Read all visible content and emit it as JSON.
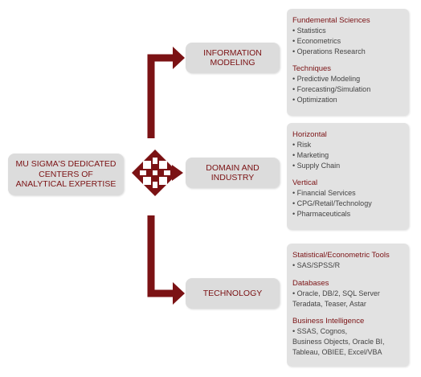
{
  "colors": {
    "accent": "#7b1214",
    "box": "#dcdcdc",
    "panel": "#e2e2e2",
    "text": "#444444"
  },
  "center": {
    "label": "MU SIGMA'S DEDICATED\nCENTERS OF\nANALYTICAL EXPERTISE",
    "icon": "four-arrows-hub-icon"
  },
  "nodes": [
    {
      "label": "INFORMATION\nMODELING"
    },
    {
      "label": "DOMAIN AND\nINDUSTRY"
    },
    {
      "label": "TECHNOLOGY"
    }
  ],
  "panels": [
    {
      "sections": [
        {
          "title": "Fundemental Sciences",
          "items": [
            "• Statistics",
            "• Econometrics",
            "• Operations Research"
          ]
        },
        {
          "title": "Techniques",
          "items": [
            "• Predictive Modeling",
            "• Forecasting/Simulation",
            "• Optimization"
          ]
        }
      ]
    },
    {
      "sections": [
        {
          "title": "Horizontal",
          "items": [
            "• Risk",
            "• Marketing",
            "• Supply Chain"
          ]
        },
        {
          "title": "Vertical",
          "items": [
            "• Financial Services",
            "• CPG/Retail/Technology",
            "• Pharmaceuticals"
          ]
        }
      ]
    },
    {
      "sections": [
        {
          "title": "Statistical/Econometric Tools",
          "items": [
            "• SAS/SPSS/R"
          ]
        },
        {
          "title": "Databases",
          "items": [
            "• Oracle, DB/2, SQL Server\n   Teradata, Teaser, Astar"
          ]
        },
        {
          "title": "Business Intelligence",
          "items": [
            "• SSAS, Cognos,\n   Business Objects, Oracle BI,\n   Tableau, OBIEE, Excel/VBA"
          ]
        }
      ]
    }
  ]
}
